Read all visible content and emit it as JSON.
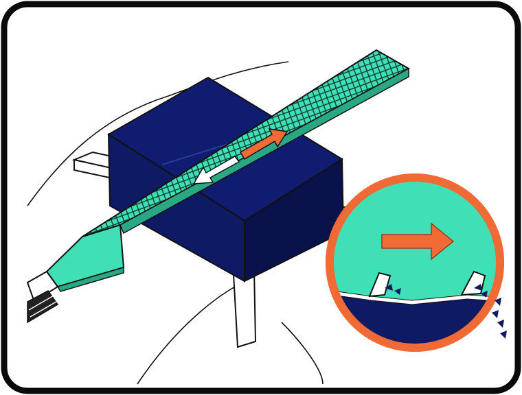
{
  "illustration": {
    "colors": {
      "frame": "#0a0a0a",
      "background": "#ffffff",
      "file_body": "#3fe0b5",
      "file_pattern": "#0d3a30",
      "workpiece": "#0e1a63",
      "workpiece_top": "#0f1c6f",
      "workpiece_side": "#09124a",
      "clamp": "#ffffff",
      "arrow_push": "#f26a35",
      "arrow_return": "#ffffff",
      "magnifier_ring": "#ef6a35",
      "magnifier_fill": "#3fe0b5",
      "outline": "#111111"
    },
    "icons": [
      "flat-file",
      "workpiece-block",
      "vise-jaw",
      "push-direction-arrow",
      "return-direction-arrow",
      "magnifier-detail",
      "file-teeth",
      "metal-chips"
    ]
  }
}
